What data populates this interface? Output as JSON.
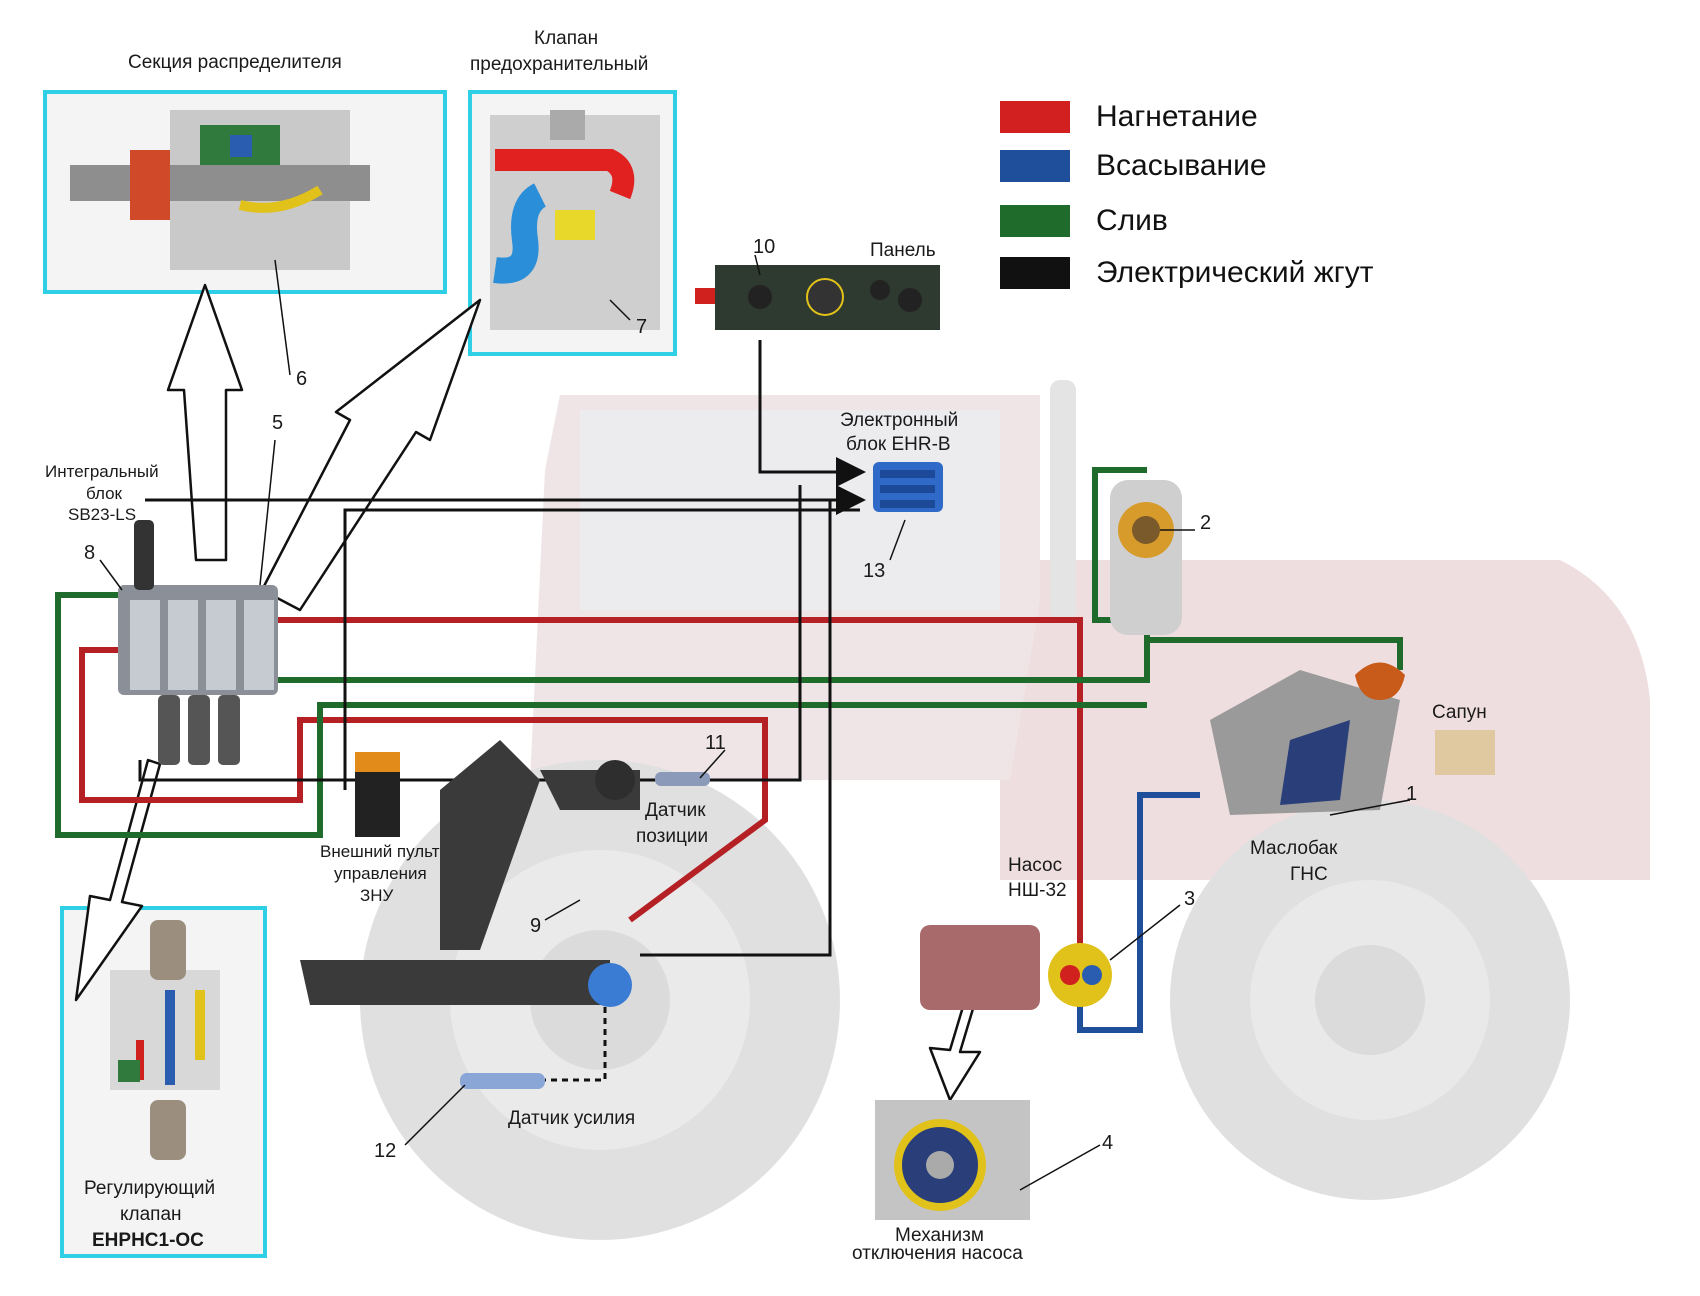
{
  "legend": {
    "items": [
      {
        "label": "Нагнетание",
        "color": "#d21f1f"
      },
      {
        "label": "Всасывание",
        "color": "#1f4f9a"
      },
      {
        "label": "Слив",
        "color": "#1e6b2c"
      },
      {
        "label": "Электрический  жгут",
        "color": "#111111"
      }
    ]
  },
  "labels": {
    "distributor_section": "Секция распределителя",
    "safety_valve_line1": "Клапан",
    "safety_valve_line2": "предохранительный",
    "panel": "Панель",
    "ehr_line1": "Электронный",
    "ehr_line2": "блок EHR-B",
    "integral_line1": "Интегральный",
    "integral_line2": "блок",
    "integral_line3": "SB23-LS",
    "position_sensor_line1": "Датчик",
    "position_sensor_line2": "позиции",
    "ext_panel_line1": "Внешний пульт",
    "ext_panel_line2": "управления",
    "ext_panel_line3": "ЗНУ",
    "pump_line1": "Насос",
    "pump_line2": "НШ-32",
    "tank_line1": "Маслобак",
    "tank_line2": "ГНС",
    "breather": "Сапун",
    "force_sensor": "Датчик усилия",
    "reg_valve_line1": "Регулирующий",
    "reg_valve_line2": "клапан",
    "reg_valve_line3": "EHPHC1-OC",
    "pump_off_line1": "Механизм",
    "pump_off_line2": "отключения насоса"
  },
  "numbers": {
    "n1": "1",
    "n2": "2",
    "n3": "3",
    "n4": "4",
    "n5": "5",
    "n6": "6",
    "n7": "7",
    "n8": "8",
    "n9": "9",
    "n10": "10",
    "n11": "11",
    "n12": "12",
    "n13": "13"
  },
  "colors": {
    "inset_frame": "#2fd0e6",
    "tractor_body": "#e8d0d3",
    "tractor_wheel": "#d9d9d9"
  }
}
